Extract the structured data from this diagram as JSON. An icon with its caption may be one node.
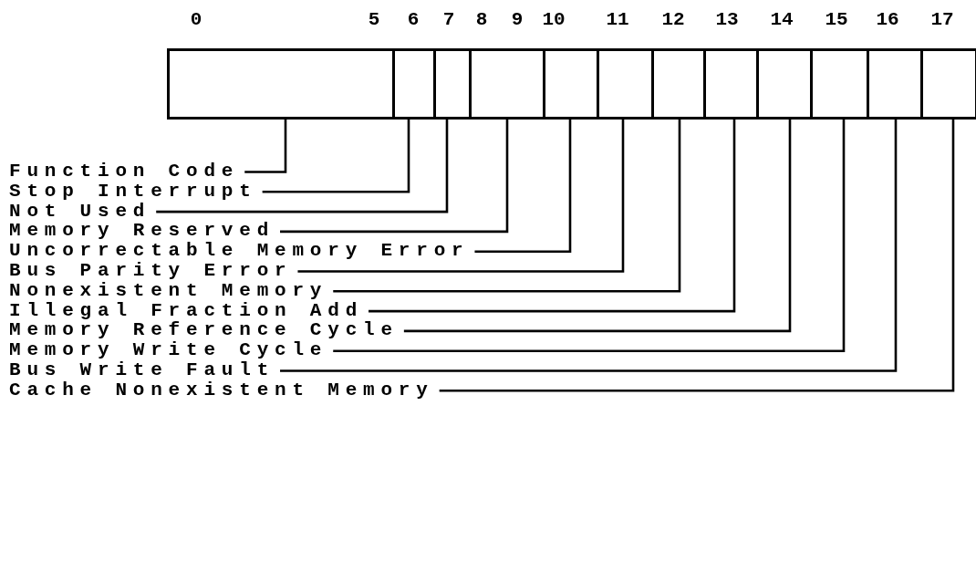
{
  "diagram": {
    "nodes": [
      {
        "text": [],
        "shape": "box"
      },
      {
        "text": [],
        "shape": "box"
      },
      {
        "text": [],
        "shape": "box"
      },
      {
        "text": [],
        "shape": "box"
      },
      {
        "text": [],
        "shape": "box"
      },
      {
        "text": [],
        "shape": "box"
      },
      {
        "text": [],
        "shape": "box"
      },
      {
        "text": [],
        "shape": "box"
      },
      {
        "text": [],
        "shape": "box"
      },
      {
        "text": [],
        "shape": "box"
      },
      {
        "text": [],
        "shape": "box"
      },
      {
        "text": [],
        "shape": "box"
      },
      {
        "text": [
          "Function Code"
        ]
      },
      {
        "text": [
          "Stop Interrupt"
        ]
      },
      {
        "text": [
          "Not Used"
        ]
      },
      {
        "text": [
          "Memory Reserved"
        ]
      },
      {
        "text": [
          "Uncorrectable Memory Error"
        ]
      },
      {
        "text": [
          "Bus Parity Error"
        ]
      },
      {
        "text": [
          "Nonexistent Memory"
        ]
      },
      {
        "text": [
          "Illegal Fraction Add"
        ]
      },
      {
        "text": [
          "Memory Reference Cycle"
        ]
      },
      {
        "text": [
          "Memory Write Cycle"
        ]
      },
      {
        "text": [
          "Bus Write Fault"
        ]
      },
      {
        "text": [
          "Cache Nonexistent Memory"
        ]
      }
    ],
    "edges": [
      {
        "from": 12,
        "to": 0,
        "arrow": "none"
      },
      {
        "from": 13,
        "to": 1,
        "arrow": "none"
      },
      {
        "from": 14,
        "to": 2,
        "arrow": "none"
      },
      {
        "from": 15,
        "to": 3,
        "arrow": "none"
      },
      {
        "from": 16,
        "to": 4,
        "arrow": "none"
      },
      {
        "from": 17,
        "to": 5,
        "arrow": "none"
      },
      {
        "from": 18,
        "to": 6,
        "arrow": "none"
      },
      {
        "from": 19,
        "to": 7,
        "arrow": "none"
      },
      {
        "from": 20,
        "to": 8,
        "arrow": "none"
      },
      {
        "from": 21,
        "to": 9,
        "arrow": "none"
      },
      {
        "from": 22,
        "to": 10,
        "arrow": "none"
      },
      {
        "from": 23,
        "to": 11,
        "arrow": "none"
      }
    ],
    "labels": [
      "0",
      "5",
      "6",
      "7",
      "8",
      "9",
      "10",
      "11",
      "12",
      "13",
      "14",
      "15",
      "16",
      "17"
    ]
  }
}
